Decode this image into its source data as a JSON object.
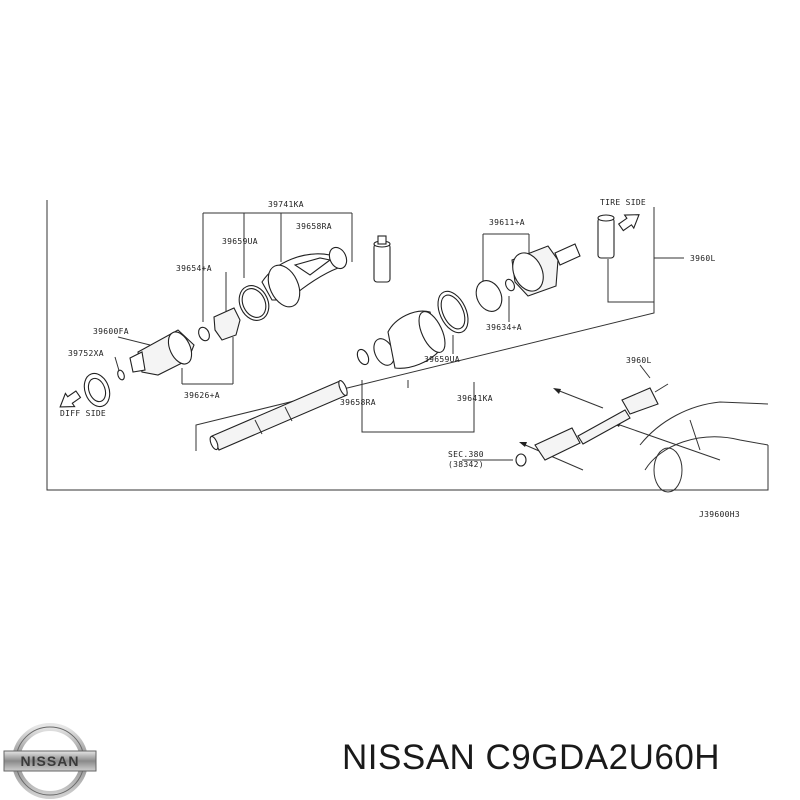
{
  "labels": {
    "p39741KA": "39741KA",
    "p39659UA_a": "39659UA",
    "p39658RA_a": "39658RA",
    "p39654A": "39654+A",
    "p39600FA": "39600FA",
    "p39752XA": "39752XA",
    "p39626A": "39626+A",
    "diff_side": "DIFF SIDE",
    "p39611A": "39611+A",
    "tire_side": "TIRE SIDE",
    "p3960L_a": "3960L",
    "p39634A": "39634+A",
    "p39659UA_b": "39659UA",
    "p39658RA_b": "39658RA",
    "p39641KA": "39641KA",
    "p3960L_b": "3960L",
    "sec_380": "SEC.380",
    "sec_38342": "(38342)",
    "diagram_code": "J39600H3"
  },
  "logo_text": "NISSAN",
  "title": "NISSAN C9GDA2U60H"
}
